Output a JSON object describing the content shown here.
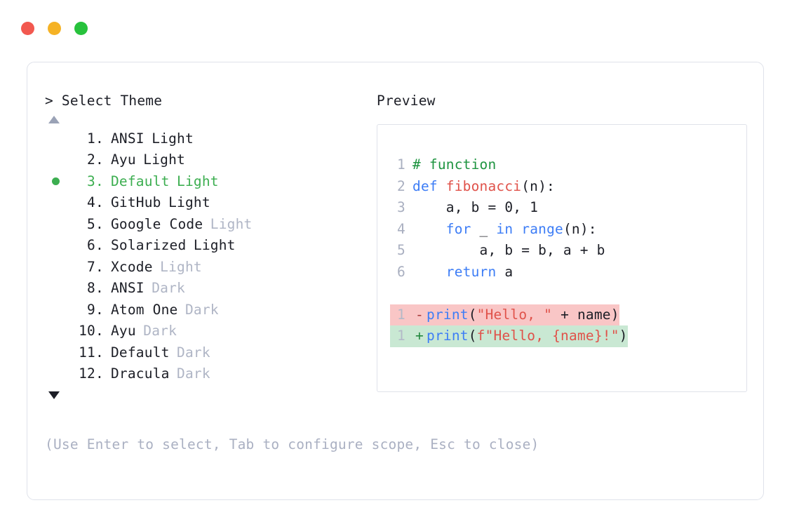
{
  "window": {
    "dots": [
      {
        "name": "close-dot",
        "color": "#f2584f"
      },
      {
        "name": "minimize-dot",
        "color": "#f5b225"
      },
      {
        "name": "maximize-dot",
        "color": "#27c23c"
      }
    ]
  },
  "prompt": {
    "marker": ">",
    "title": "Select Theme",
    "heading": "> Select Theme"
  },
  "scroll": {
    "up_arrow": "▲",
    "down_arrow": "▼"
  },
  "selected_index": 3,
  "selected_bullet": "●",
  "themes": [
    {
      "index": "1",
      "dot": ".",
      "name": "ANSI",
      "variant": "Light",
      "variant_dim": false,
      "selected": false
    },
    {
      "index": "2",
      "dot": ".",
      "name": "Ayu",
      "variant": "Light",
      "variant_dim": false,
      "selected": false
    },
    {
      "index": "3",
      "dot": ".",
      "name": "Default",
      "variant": "Light",
      "variant_dim": false,
      "selected": true
    },
    {
      "index": "4",
      "dot": ".",
      "name": "GitHub",
      "variant": "Light",
      "variant_dim": false,
      "selected": false
    },
    {
      "index": "5",
      "dot": ".",
      "name": "Google Code",
      "variant": "Light",
      "variant_dim": true,
      "selected": false
    },
    {
      "index": "6",
      "dot": ".",
      "name": "Solarized",
      "variant": "Light",
      "variant_dim": false,
      "selected": false
    },
    {
      "index": "7",
      "dot": ".",
      "name": "Xcode",
      "variant": "Light",
      "variant_dim": true,
      "selected": false
    },
    {
      "index": "8",
      "dot": ".",
      "name": "ANSI",
      "variant": "Dark",
      "variant_dim": true,
      "selected": false
    },
    {
      "index": "9",
      "dot": ".",
      "name": "Atom One",
      "variant": "Dark",
      "variant_dim": true,
      "selected": false
    },
    {
      "index": "10",
      "dot": ".",
      "name": "Ayu",
      "variant": "Dark",
      "variant_dim": true,
      "selected": false
    },
    {
      "index": "11",
      "dot": ".",
      "name": "Default",
      "variant": "Dark",
      "variant_dim": true,
      "selected": false
    },
    {
      "index": "12",
      "dot": ".",
      "name": "Dracula",
      "variant": "Dark",
      "variant_dim": true,
      "selected": false
    }
  ],
  "preview": {
    "heading": "Preview",
    "code_lines": [
      {
        "ln": "1",
        "tokens": [
          {
            "t": "# function",
            "c": "comment"
          }
        ]
      },
      {
        "ln": "2",
        "tokens": [
          {
            "t": "def ",
            "c": "keyword"
          },
          {
            "t": "fibonacci",
            "c": "func"
          },
          {
            "t": "(n):",
            "c": "plain"
          }
        ]
      },
      {
        "ln": "3",
        "tokens": [
          {
            "t": "    a, b = 0, 1",
            "c": "plain"
          }
        ]
      },
      {
        "ln": "4",
        "tokens": [
          {
            "t": "    ",
            "c": "plain"
          },
          {
            "t": "for",
            "c": "keyword"
          },
          {
            "t": " _ ",
            "c": "plain"
          },
          {
            "t": "in",
            "c": "keyword"
          },
          {
            "t": " ",
            "c": "plain"
          },
          {
            "t": "range",
            "c": "builtin"
          },
          {
            "t": "(n):",
            "c": "plain"
          }
        ]
      },
      {
        "ln": "5",
        "tokens": [
          {
            "t": "        a, b = b, a + b",
            "c": "plain"
          }
        ]
      },
      {
        "ln": "6",
        "tokens": [
          {
            "t": "    ",
            "c": "plain"
          },
          {
            "t": "return",
            "c": "keyword"
          },
          {
            "t": " a",
            "c": "plain"
          }
        ]
      }
    ],
    "diff_lines": [
      {
        "ln": "1",
        "sign": "-",
        "kind": "del",
        "tokens": [
          {
            "t": "print",
            "c": "builtin"
          },
          {
            "t": "(",
            "c": "plain"
          },
          {
            "t": "\"Hello, \"",
            "c": "string"
          },
          {
            "t": " + name)",
            "c": "plain"
          }
        ]
      },
      {
        "ln": "1",
        "sign": "+",
        "kind": "add",
        "tokens": [
          {
            "t": "print",
            "c": "builtin"
          },
          {
            "t": "(",
            "c": "plain"
          },
          {
            "t": "f\"Hello, {name}!\"",
            "c": "string"
          },
          {
            "t": ")",
            "c": "plain"
          }
        ]
      }
    ]
  },
  "footer": {
    "hint": "(Use Enter to select, Tab to configure scope, Esc to close)"
  },
  "colors": {
    "accent_green": "#3cae50",
    "dim_text": "#afb5c5",
    "text": "#1c1e26",
    "border": "#dfe2ea",
    "diff_del_bg": "#f9c6c6",
    "diff_add_bg": "#c9e8d3",
    "comment": "#1e9440",
    "keyword": "#3d7df6",
    "func": "#e0524a",
    "string": "#e0524a"
  }
}
